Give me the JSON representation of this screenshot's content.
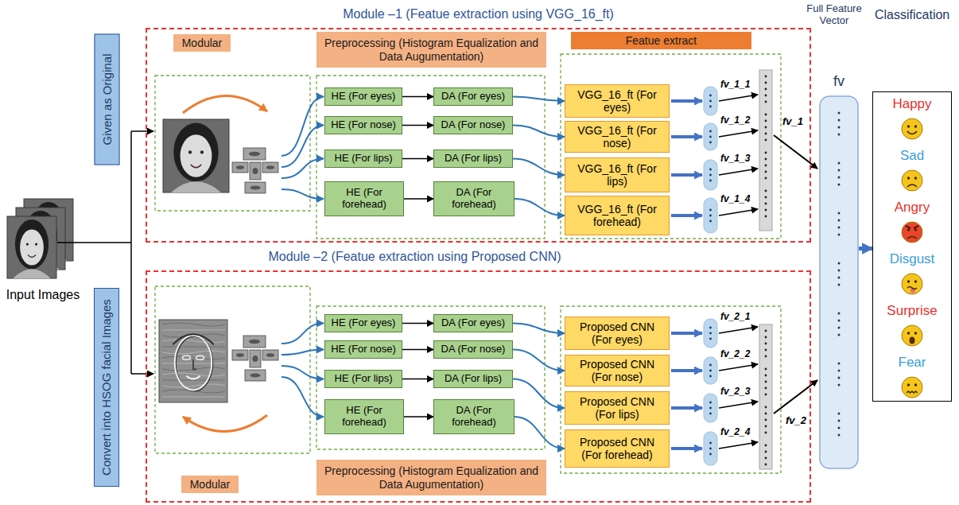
{
  "diagram": {
    "nodes": [
      {
        "text": [
          "Given as Original"
        ]
      },
      {
        "text": [
          "Module –1 (Featue extraction using VGG_16_ft)"
        ]
      },
      {
        "text": [
          "Modular"
        ],
        "in": 1
      },
      {
        "text": [
          "Preprocessing (Histogram Equalization and Data Augumentation)"
        ],
        "in": 1
      },
      {
        "text": [
          "Featue extract"
        ],
        "in": 1
      },
      {
        "text": [
          "HE (For eyes)"
        ],
        "in": 1
      },
      {
        "text": [
          "DA (For eyes)"
        ],
        "in": 1
      },
      {
        "text": [
          "HE (For nose)"
        ],
        "in": 1
      },
      {
        "text": [
          "DA (For nose)"
        ],
        "in": 1
      },
      {
        "text": [
          "HE (For lips)"
        ],
        "in": 1
      },
      {
        "text": [
          "DA (For lips)"
        ],
        "in": 1
      },
      {
        "text": [
          "HE (For forehead)"
        ],
        "in": 1
      },
      {
        "text": [
          "DA (For forehead)"
        ],
        "in": 1
      },
      {
        "text": [
          "VGG_16_ft (For eyes)"
        ],
        "in": 1
      },
      {
        "text": [
          "VGG_16_ft (For nose)"
        ],
        "in": 1
      },
      {
        "text": [
          "VGG_16_ft (For lips)"
        ],
        "in": 1
      },
      {
        "text": [
          "VGG_16_ft (For forehead)"
        ],
        "in": 1
      },
      {
        "text": [
          "Convert into HSOG facial Images"
        ]
      },
      {
        "text": [
          "Module –2 (Featue extraction using Proposed CNN)"
        ]
      },
      {
        "text": [
          "HE (For eyes)"
        ],
        "in": 18
      },
      {
        "text": [
          "DA (For eyes)"
        ],
        "in": 18
      },
      {
        "text": [
          "HE (For nose)"
        ],
        "in": 18
      },
      {
        "text": [
          "DA (For nose)"
        ],
        "in": 18
      },
      {
        "text": [
          "HE (For lips)"
        ],
        "in": 18
      },
      {
        "text": [
          "DA (For lips)"
        ],
        "in": 18
      },
      {
        "text": [
          "HE (For forehead)"
        ],
        "in": 18
      },
      {
        "text": [
          "DA (For forehead)"
        ],
        "in": 18
      },
      {
        "text": [
          "Proposed CNN (For eyes)"
        ],
        "in": 18
      },
      {
        "text": [
          "Proposed CNN (For nose)"
        ],
        "in": 18
      },
      {
        "text": [
          "Proposed CNN (For lips)"
        ],
        "in": 18
      },
      {
        "text": [
          "Proposed CNN (For forehead)"
        ],
        "in": 18
      },
      {
        "text": [
          "Modular"
        ],
        "in": 18
      },
      {
        "text": [
          "Preprocessing (Histogram Equalization and Data Augumentation)"
        ],
        "in": 18
      },
      {
        "text": [
          "fv"
        ]
      },
      {
        "text": [
          "Happy",
          "Sad",
          "Angry",
          "Disgust",
          "Surprise",
          "Fear"
        ]
      }
    ],
    "edges": [
      {
        "from": 5,
        "to": 6,
        "arrow": "to"
      },
      {
        "from": 7,
        "to": 8,
        "arrow": "to"
      },
      {
        "from": 9,
        "to": 10,
        "arrow": "to"
      },
      {
        "from": 11,
        "to": 12,
        "arrow": "to"
      },
      {
        "from": 6,
        "to": 13,
        "arrow": "to"
      },
      {
        "from": 8,
        "to": 14,
        "arrow": "to"
      },
      {
        "from": 10,
        "to": 15,
        "arrow": "to"
      },
      {
        "from": 12,
        "to": 16,
        "arrow": "to"
      },
      {
        "from": 19,
        "to": 20,
        "arrow": "to"
      },
      {
        "from": 21,
        "to": 22,
        "arrow": "to"
      },
      {
        "from": 23,
        "to": 24,
        "arrow": "to"
      },
      {
        "from": 25,
        "to": 26,
        "arrow": "to"
      },
      {
        "from": 20,
        "to": 27,
        "arrow": "to"
      },
      {
        "from": 22,
        "to": 28,
        "arrow": "to"
      },
      {
        "from": 24,
        "to": 29,
        "arrow": "to"
      },
      {
        "from": 26,
        "to": 30,
        "arrow": "to"
      },
      {
        "from": 33,
        "to": 34,
        "arrow": "to"
      }
    ],
    "labels": [
      "Input Images",
      "fv_1_1",
      "fv_1_2",
      "fv_1_3",
      "fv_1_4",
      "fv_1",
      "fv_2_1",
      "fv_2_2",
      "fv_2_3",
      "fv_2_4",
      "fv_2",
      "Full Feature Vector",
      "Classification"
    ]
  }
}
